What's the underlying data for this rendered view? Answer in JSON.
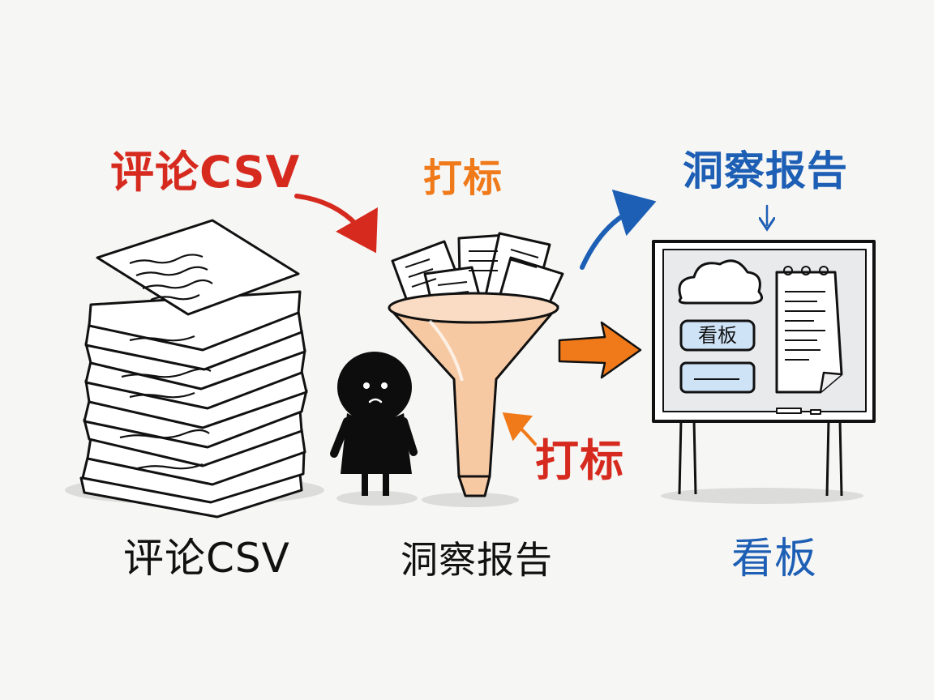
{
  "labels": {
    "top_left": "评论CSV",
    "top_center": "打标",
    "top_right": "洞察报告",
    "middle_right_of_funnel": "打标",
    "bottom_left": "评论CSV",
    "bottom_center": "洞察报告",
    "bottom_right": "看板",
    "board_tag": "看板"
  },
  "colors": {
    "red": "#d62a1f",
    "orange": "#f07a1a",
    "blue": "#1d5fb5",
    "ink": "#111111",
    "funnel": "#f6c9a3"
  },
  "icons": [
    "paper-stack-icon",
    "funnel-icon",
    "character-icon",
    "whiteboard-icon",
    "cloud-icon",
    "notepad-icon"
  ]
}
